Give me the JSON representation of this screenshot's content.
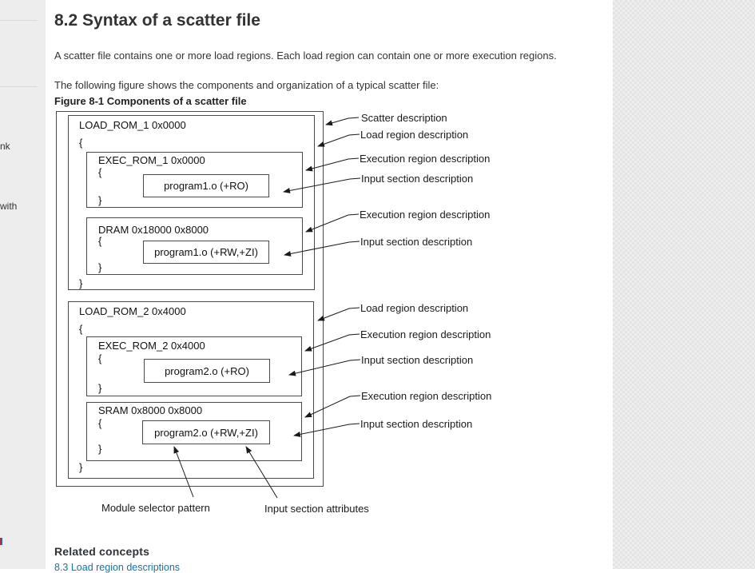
{
  "page": {
    "heading": "8.2 Syntax of a scatter file",
    "intro": "A scatter file contains one or more load regions. Each load region can contain one or more execution regions.",
    "figure_intro": "The following figure shows the components and organization of a typical scatter file:",
    "figure_caption": "Figure 8-1 Components of a scatter file"
  },
  "sidebar": {
    "fragment_top": "nk",
    "fragment_bottom": "with"
  },
  "diagram": {
    "brace_open": "{",
    "brace_close": "}",
    "load_region_1_title": "LOAD_ROM_1 0x0000",
    "exec_region_1_title": "EXEC_ROM_1 0x0000",
    "input_section_1": "program1.o (+RO)",
    "exec_region_2_title": "DRAM 0x18000 0x8000",
    "input_section_2": "program1.o (+RW,+ZI)",
    "load_region_2_title": "LOAD_ROM_2 0x4000",
    "exec_region_3_title": "EXEC_ROM_2 0x4000",
    "input_section_3": "program2.o (+RO)",
    "exec_region_4_title": "SRAM 0x8000 0x8000",
    "input_section_4": "program2.o (+RW,+ZI)"
  },
  "annotations": [
    {
      "text": "Scatter description"
    },
    {
      "text": "Load region description"
    },
    {
      "text": "Execution region description"
    },
    {
      "text": "Input section description"
    },
    {
      "text": "Execution region description"
    },
    {
      "text": "Input section description"
    },
    {
      "text": "Load region description"
    },
    {
      "text": "Execution region description"
    },
    {
      "text": "Input section description"
    },
    {
      "text": "Execution region description"
    },
    {
      "text": "Input section description"
    },
    {
      "text": "Module selector pattern"
    },
    {
      "text": "Input section attributes"
    }
  ],
  "related": {
    "heading": "Related concepts",
    "link": "8.3 Load region descriptions"
  },
  "colors": {
    "link": "#1174a6",
    "text": "#333333",
    "sidebar_bg": "#ededed",
    "panel_bg": "#eeeeee",
    "diagram_line": "#1a1a1a"
  }
}
